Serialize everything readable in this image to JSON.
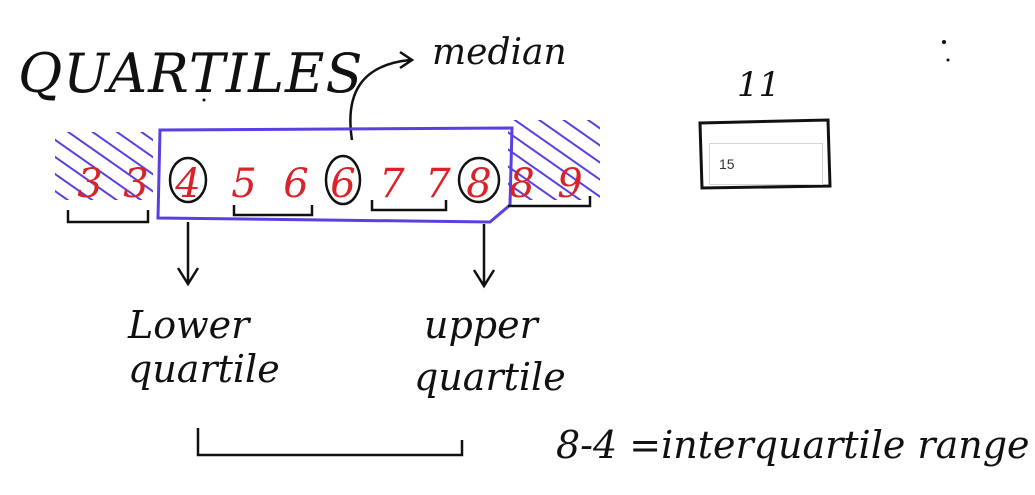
{
  "title": "QUARTILES",
  "median_label": "median",
  "data_values": [
    "3",
    "3",
    "4",
    "5",
    "6",
    "6",
    "7",
    "7",
    "8",
    "8",
    "9"
  ],
  "lower_label": [
    "Lower",
    "quartile"
  ],
  "upper_label": [
    "upper",
    "quartile"
  ],
  "iqr_formula": "8-4 =interquartile range",
  "count_mark": "11",
  "answer_value": "15",
  "colors": {
    "ink": "#111111",
    "values": "#d8232a",
    "highlight": "#5b3fe0"
  }
}
